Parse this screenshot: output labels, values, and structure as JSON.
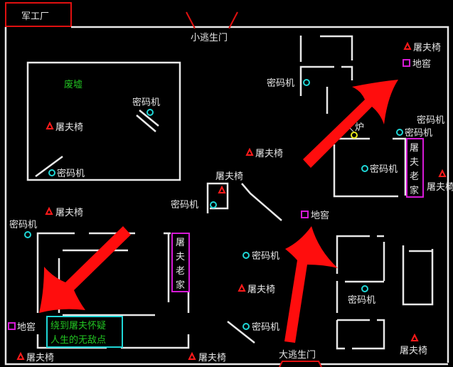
{
  "map_title": "军工厂",
  "colors": {
    "wall": "#e8e8e8",
    "generator": "#1fd6d6",
    "chair": "#ff1a1a",
    "cellar": "#d61ad6",
    "arrow": "#ff0d0d",
    "note": "#22c422",
    "furnace": "#e6e61a"
  },
  "exits": {
    "small": "小逃生门",
    "big": "大逃生门"
  },
  "areas": {
    "ruins": "废墟"
  },
  "labels": {
    "generator": "密码机",
    "chair": "屠夫椅",
    "cellar": "地窖",
    "furnace": "炉"
  },
  "hunter_home": [
    "屠",
    "夫",
    "老",
    "家"
  ],
  "note": {
    "line1": "绕到屠夫怀疑",
    "line2": "人生的无敌点"
  }
}
